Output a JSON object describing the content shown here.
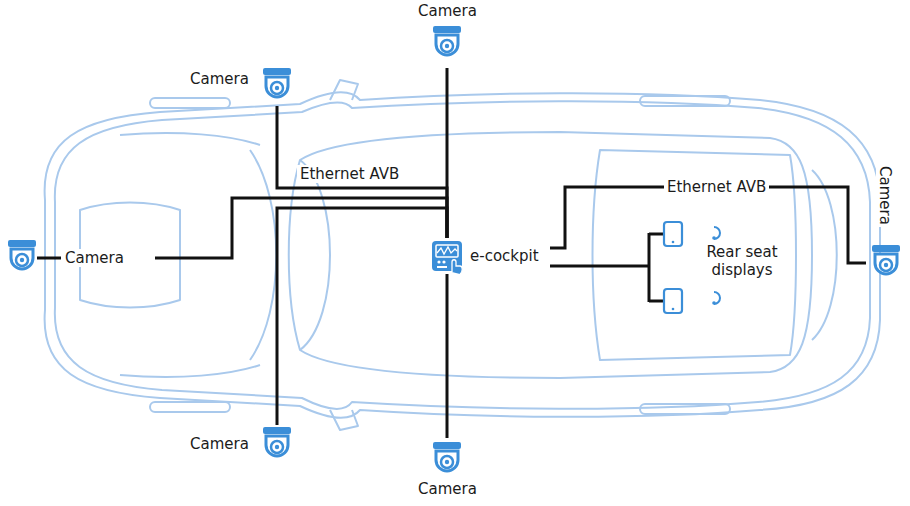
{
  "diagram": {
    "nodes": [
      {
        "text": [
          "Camera"
        ]
      },
      {
        "text": [
          "Camera"
        ]
      },
      {
        "text": [
          "Camera"
        ]
      },
      {
        "text": [
          "Camera"
        ]
      },
      {
        "text": [
          "Camera"
        ]
      },
      {
        "text": [
          "Camera"
        ]
      },
      {
        "text": [
          "e-cockpit"
        ]
      },
      {
        "text": [
          "Rear seat displays"
        ]
      }
    ],
    "edges": [
      {
        "from": 0,
        "to": 6,
        "arrow": "none"
      },
      {
        "from": 1,
        "to": 6,
        "label": "Ethernet AVB",
        "arrow": "none"
      },
      {
        "from": 2,
        "to": 6,
        "arrow": "none"
      },
      {
        "from": 6,
        "to": 3,
        "label": "Ethernet AVB",
        "arrow": "none"
      },
      {
        "from": 4,
        "to": 6,
        "arrow": "none"
      },
      {
        "from": 5,
        "to": 6,
        "arrow": "none"
      },
      {
        "from": 6,
        "to": 7,
        "arrow": "none"
      }
    ]
  }
}
